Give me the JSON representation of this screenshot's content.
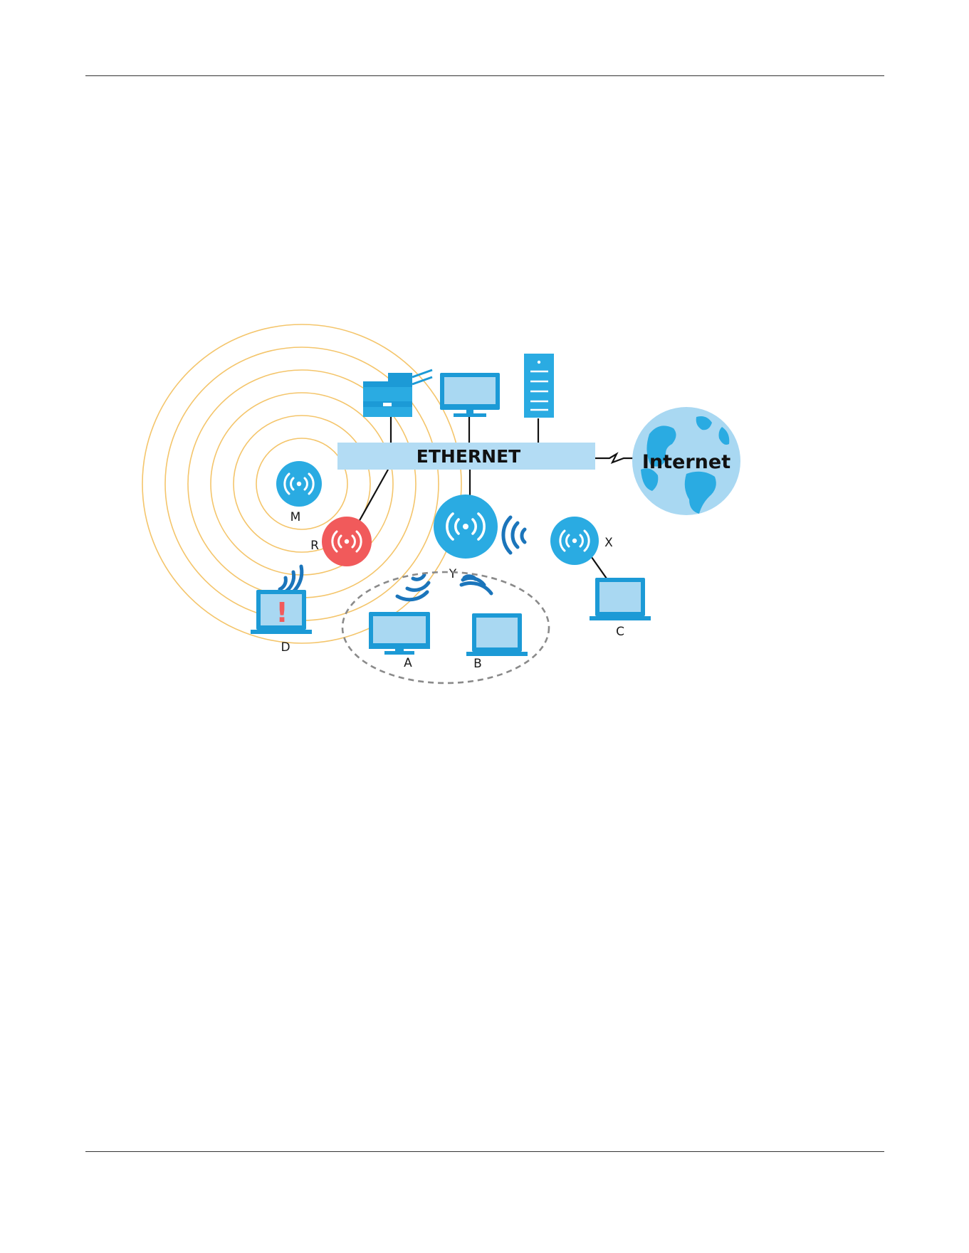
{
  "diagram": {
    "ethernet_label": "ETHERNET",
    "internet_label": "Internet",
    "nodes": {
      "M": "M",
      "R": "R",
      "Y": "Y",
      "X": "X",
      "A": "A",
      "B": "B",
      "C": "C",
      "D": "D"
    },
    "warning_symbol": "!"
  },
  "colors": {
    "ap_blue": "#2aabe2",
    "rogue_red": "#f15a5b",
    "signal_ring": "#f4c56b",
    "ethernet_bar": "#b3dcf4",
    "globe_ocean": "#a9d8f2",
    "device_blue": "#1c9ad6",
    "wave_blue": "#1b75bb",
    "dashed_group": "#8a8a8a"
  }
}
